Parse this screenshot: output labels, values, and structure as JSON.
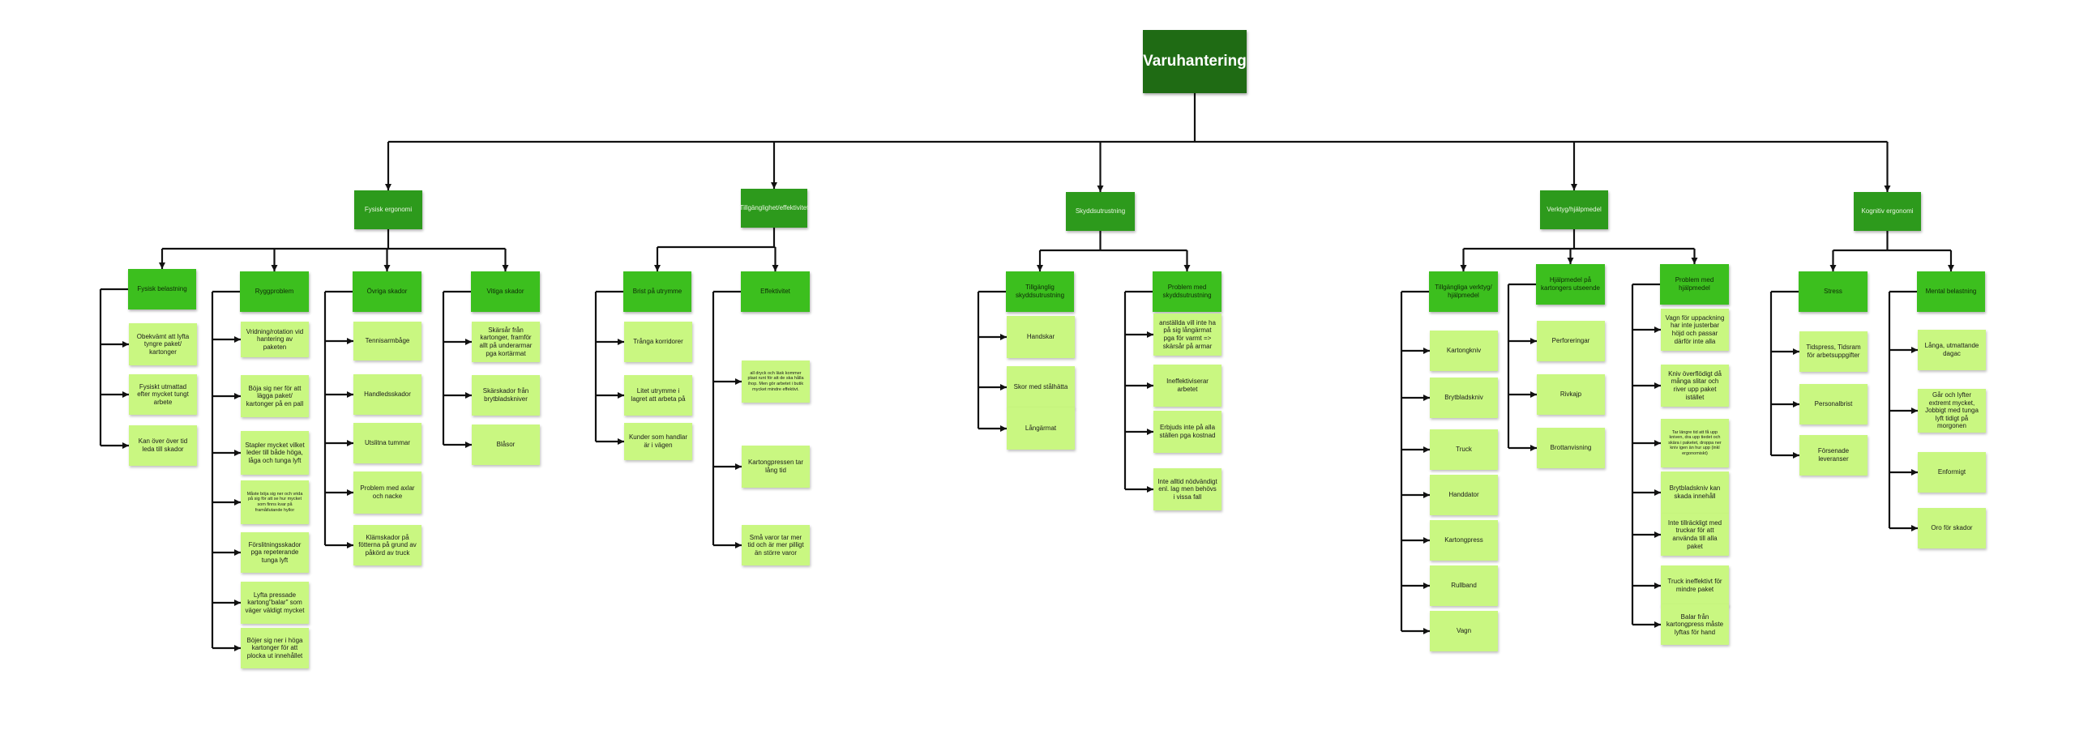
{
  "root": "Varuhantering",
  "categories": [
    {
      "label": "Fysisk ergonomi",
      "groups": [
        {
          "label": "Fysisk belastning",
          "items": [
            "Obekvämt att lyfta tyngre paket/ kartonger",
            "Fysiskt utmattad efter mycket tungt arbete",
            "Kan över över tid leda till skador"
          ]
        },
        {
          "label": "Ryggproblem",
          "items": [
            "Vridning/rotation vid hantering av paketen",
            "Böja sig ner för att lägga paket/ kartonger på en pall",
            "Stapler mycket vilket leder till både höga, låga och tunga lyft",
            "Måste böja sig ner och vrida på sig för att se hur mycket som finns kvar på framåtlutande hyllor",
            "Förslitningsskador pga repeterande tunga lyft",
            "Lyfta pressade kartong\"balar\" som väger väldigt mycket",
            "Böjer sig ner i höga kartonger för att plocka ut innehållet"
          ]
        },
        {
          "label": "Övriga skador",
          "items": [
            "Tennisarmbåge",
            "Handledsskador",
            "Utslitna tummar",
            "Problem med axlar och nacke",
            "Klämskador på fötterna på grund av påkörd av truck"
          ]
        },
        {
          "label": "Vitiga skador",
          "items": [
            "Skärsår från kartonger, framför allt på underarmar pga kortärmat",
            "Skärskador från brytbladskniver",
            "Blåsor"
          ]
        }
      ]
    },
    {
      "label": "Tillgänglighet/effektivitet",
      "groups": [
        {
          "label": "Brist på utrymme",
          "items": [
            "Trånga korridorer",
            "Litet utrymme i lagret att arbeta på",
            "Kunder som handlar är i vägen"
          ]
        },
        {
          "label": "Effektivitet",
          "items": [
            "all dryck och läsk kommer plast runt för att de ska hålla ihop. Men gör arbetet i butik mycket mindre effektivt.",
            "Kartongpressen tar lång tid",
            "Små varor tar mer tid och är mer pilligt än större varor"
          ]
        }
      ]
    },
    {
      "label": "Skyddsutrustning",
      "groups": [
        {
          "label": "Tillgänglig skyddsutrustning",
          "items": [
            "Handskar",
            "Skor med stålhätta",
            "Långärmat"
          ]
        },
        {
          "label": "Problem med skyddsutrustning",
          "items": [
            "anställda vill inte ha på sig långärmat pga för varmt => skärsår på armar",
            "Ineffektiviserar arbetet",
            "Erbjuds inte på alla ställen pga kostnad",
            "Inte alltid nödvändigt enl. lag men behövs i vissa fall"
          ]
        }
      ]
    },
    {
      "label": "Verktyg/hjälpmedel",
      "groups": [
        {
          "label": "Tillgängliga verktyg/ hjälpmedel",
          "items": [
            "Kartongkniv",
            "Brytbladskniv",
            "Truck",
            "Handdator",
            "Kartongpress",
            "Rullband",
            "Vagn"
          ]
        },
        {
          "label": "Hjälpmedel på kartongers utseende",
          "items": [
            "Perforeringar",
            "Rivkajp",
            "Brottanvisning"
          ]
        },
        {
          "label": "Problem med hjälpmedel",
          "items": [
            "Vagn för uppackning har inte justerbar höjd och passar därför inte alla",
            "Kniv överflödigt då många slitar och river upp paket istället",
            "Tar längre tid att få upp kniven, dra upp tiedet och skära i paketet, droppa ner kniv igen än hur upp (inkl ergonomiskt)",
            "Brytbladskniv kan skada innehåll",
            "Inte tillräckligt med truckar för att använda till alla paket",
            "Truck ineffektivt för mindre paket",
            "Balar från kartongpress måste lyftas för hand"
          ]
        }
      ]
    },
    {
      "label": "Kognitiv ergonomi",
      "groups": [
        {
          "label": "Stress",
          "items": [
            "Tidspress, Tidsram för arbetsuppgifter",
            "Personalbrist",
            "Försenade leveranser"
          ]
        },
        {
          "label": "Mental belastning",
          "items": [
            "Långa, utmattande dagac",
            "Går och lyfter extremt mycket, Jobbigt med tunga lyft tidigt på morgonen",
            "Enformigt",
            "Oro för skador"
          ]
        }
      ]
    }
  ]
}
